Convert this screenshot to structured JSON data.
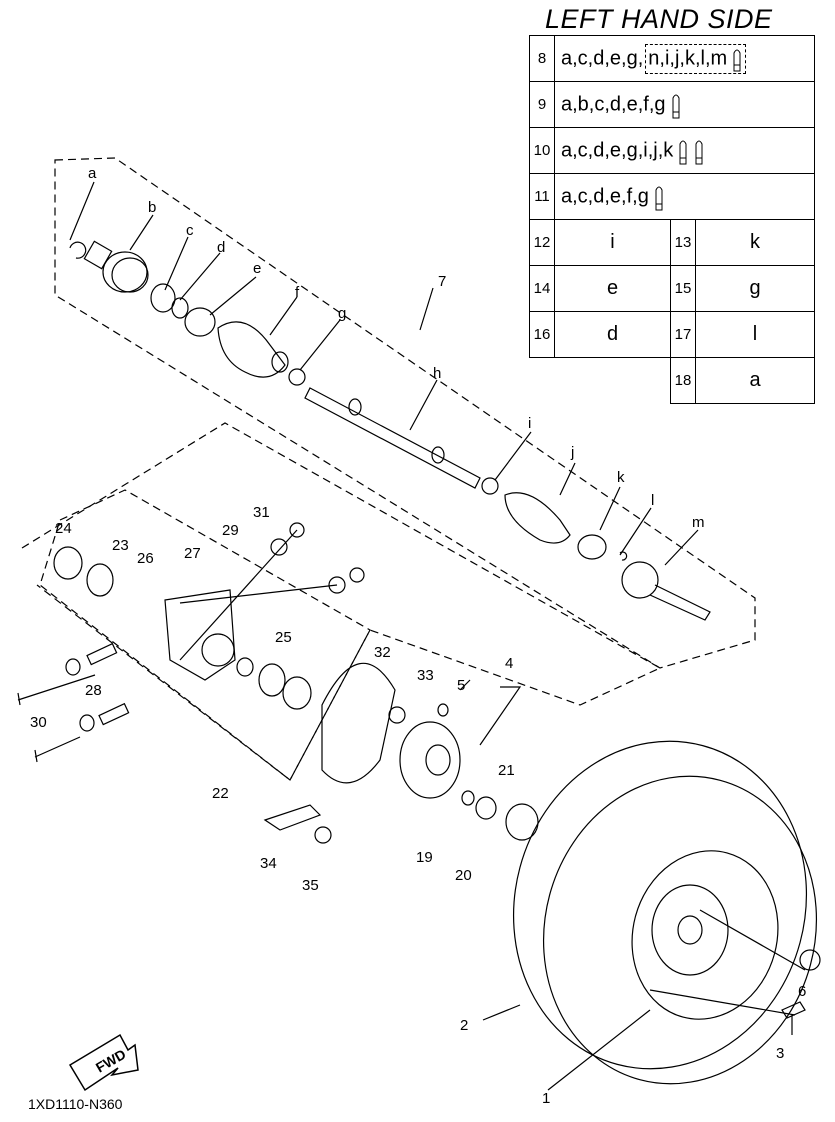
{
  "title": "LEFT HAND SIDE",
  "reference_table": {
    "rows": [
      {
        "num": "8",
        "codes": "a,c,d,e,g,",
        "boxed": "n,i,j,k,l,m",
        "tubes": 1
      },
      {
        "num": "9",
        "codes": "a,b,c,d,e,f,g",
        "tubes": 1
      },
      {
        "num": "10",
        "codes": "a,c,d,e,g,i,j,k",
        "tubes": 2
      },
      {
        "num": "11",
        "codes": "a,c,d,e,f,g",
        "tubes": 1
      }
    ],
    "pairs": [
      {
        "n1": "12",
        "v1": "i",
        "n2": "13",
        "v2": "k"
      },
      {
        "n1": "14",
        "v1": "e",
        "n2": "15",
        "v2": "g"
      },
      {
        "n1": "16",
        "v1": "d",
        "n2": "17",
        "v2": "l"
      },
      {
        "n2": "18",
        "v2": "a"
      }
    ]
  },
  "callouts": {
    "letters": [
      "a",
      "b",
      "c",
      "d",
      "e",
      "f",
      "g",
      "h",
      "i",
      "j",
      "k",
      "l",
      "m"
    ],
    "numbers": [
      "1",
      "2",
      "3",
      "4",
      "5",
      "6",
      "7",
      "19",
      "20",
      "21",
      "22",
      "23",
      "24",
      "25",
      "26",
      "27",
      "28",
      "29",
      "30",
      "31",
      "32",
      "33",
      "34",
      "35"
    ]
  },
  "fwd_label": "FWD",
  "doc_number": "1XD1110-N360"
}
